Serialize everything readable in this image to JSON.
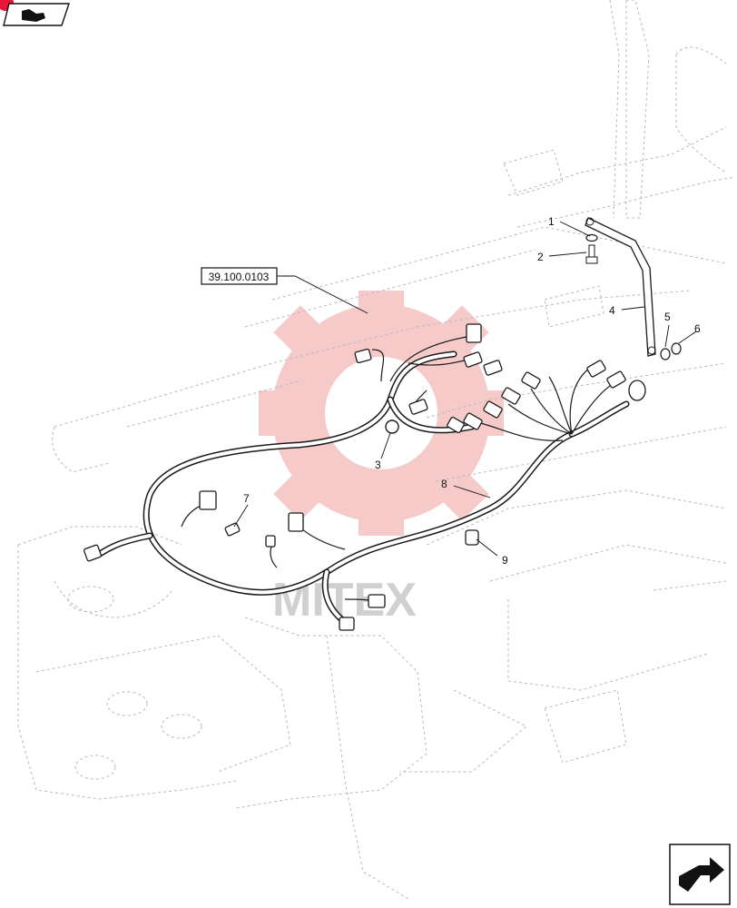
{
  "reference_box": {
    "label": "39.100.0103"
  },
  "callouts": [
    {
      "id": "1",
      "label": "1"
    },
    {
      "id": "2",
      "label": "2"
    },
    {
      "id": "3",
      "label": "3"
    },
    {
      "id": "4",
      "label": "4"
    },
    {
      "id": "5",
      "label": "5"
    },
    {
      "id": "6",
      "label": "6"
    },
    {
      "id": "7",
      "label": "7"
    },
    {
      "id": "8",
      "label": "8"
    },
    {
      "id": "9",
      "label": "9"
    }
  ],
  "watermark": {
    "text": "MITEX",
    "color": "#f2a0a0"
  },
  "colors": {
    "badge": "#e8173a",
    "line": "#1a1a1a",
    "ghost": "#b9b9b9"
  },
  "icons": {
    "top_left": "book-arrow-icon",
    "bottom_right": "next-page-arrow-icon"
  }
}
